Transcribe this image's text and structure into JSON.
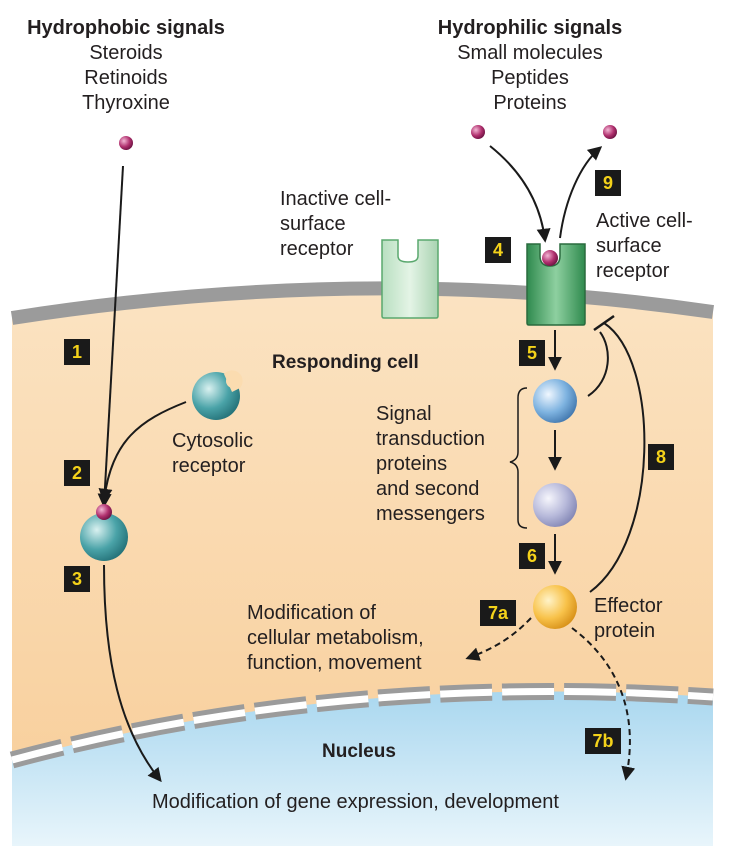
{
  "hydrophobic": {
    "title": "Hydrophobic signals",
    "items": [
      "Steroids",
      "Retinoids",
      "Thyroxine"
    ]
  },
  "hydrophilic": {
    "title": "Hydrophilic signals",
    "items": [
      "Small molecules",
      "Peptides",
      "Proteins"
    ]
  },
  "labels": {
    "inactive_receptor": [
      "Inactive cell-",
      "surface",
      "receptor"
    ],
    "active_receptor": [
      "Active cell-",
      "surface",
      "receptor"
    ],
    "responding_cell": "Responding cell",
    "cytosolic_receptor": [
      "Cytosolic",
      "receptor"
    ],
    "signal_transduction": [
      "Signal",
      "transduction",
      "proteins",
      "and second",
      "messengers"
    ],
    "effector_protein": [
      "Effector",
      "protein"
    ],
    "modification_metabolism": [
      "Modification of",
      "cellular metabolism,",
      "function, movement"
    ],
    "nucleus": "Nucleus",
    "gene_expression": "Modification of gene expression, development"
  },
  "steps": [
    "1",
    "2",
    "3",
    "4",
    "5",
    "6",
    "7a",
    "7b",
    "8",
    "9"
  ],
  "colors": {
    "cytoplasm": "#fbdcb0",
    "nucleus": "#bfe1f3",
    "membrane": "#9b9b9b",
    "ligand": "#b0306e",
    "receptor_green": "#5aa86e",
    "cytosolic_receptor": "#3e9aa0",
    "transducer_blue": "#6ea8d8",
    "messenger_lavender": "#b2b4d6",
    "effector_yellow": "#f6b93e",
    "badge_bg": "#1a1a1a",
    "badge_text": "#f4d21a"
  }
}
